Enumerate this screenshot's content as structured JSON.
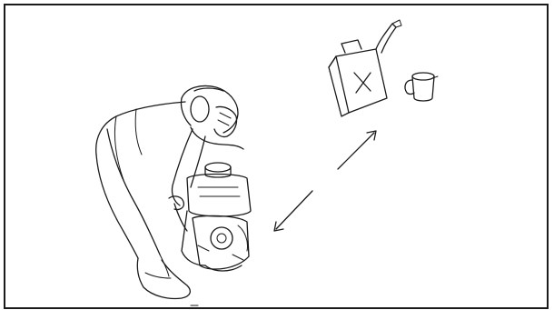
{
  "illustration": {
    "subjects": [
      "person-carrying-engine-unit",
      "fuel-can",
      "measuring-cup"
    ],
    "indicator": "double-arrow",
    "colors": {
      "line": "#1a1a1a",
      "background": "#ffffff",
      "border": "#1a1a1a"
    }
  }
}
